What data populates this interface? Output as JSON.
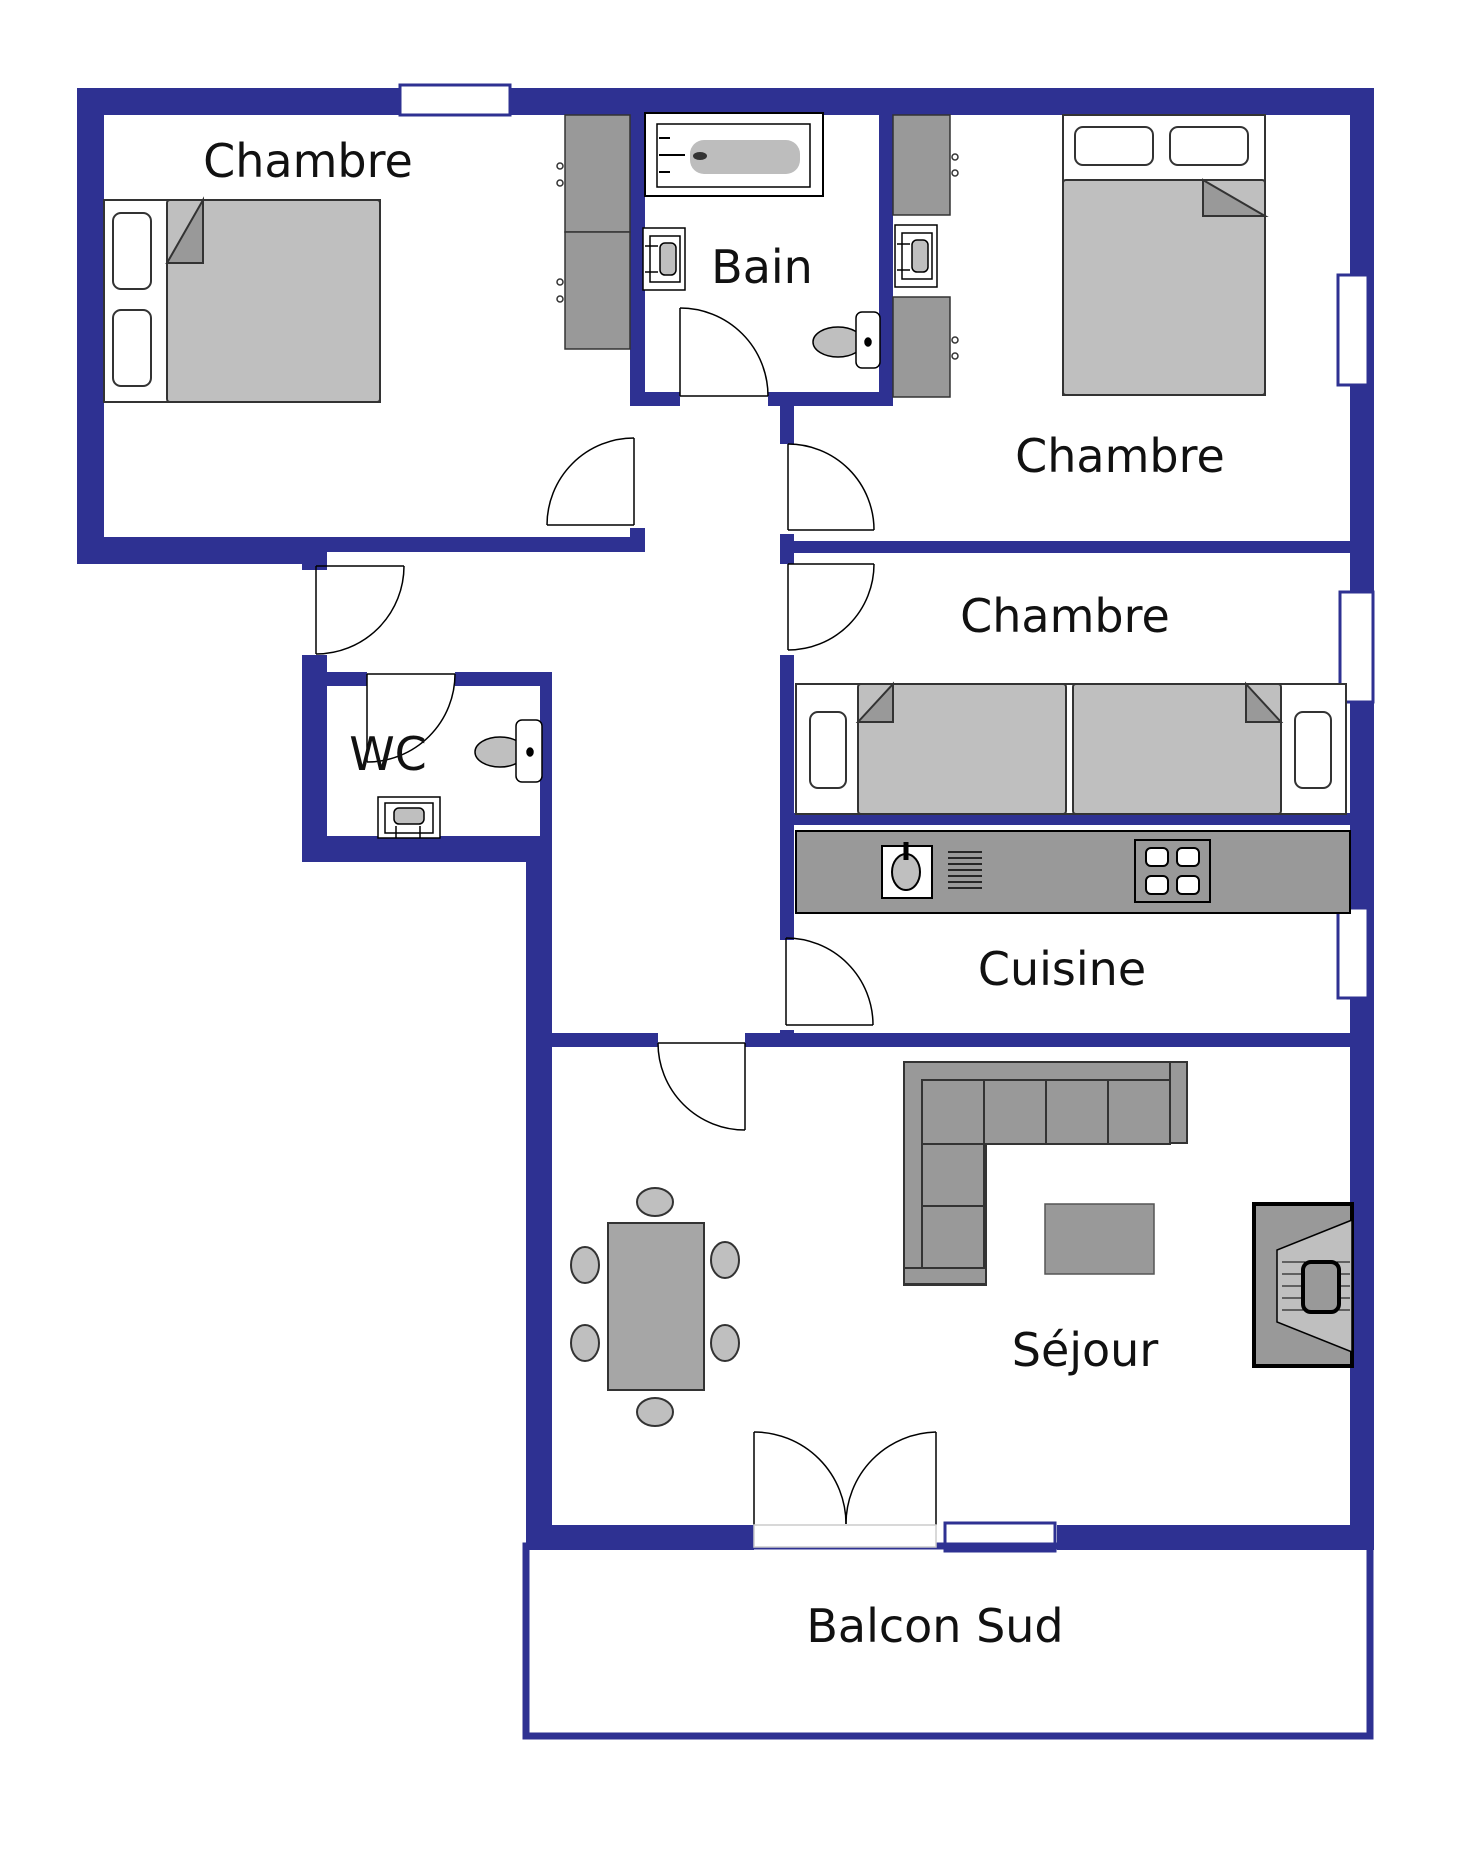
{
  "colors": {
    "wall": "#2e3192",
    "furniture_fill": "#bfbfbf",
    "furniture_dark": "#999999",
    "furniture_stroke": "#333333",
    "line": "#000000"
  },
  "rooms": {
    "chambre_1": "Chambre",
    "bain": "Bain",
    "chambre_2": "Chambre",
    "chambre_3": "Chambre",
    "wc": "WC",
    "cuisine": "Cuisine",
    "sejour": "Séjour",
    "balcon": "Balcon Sud"
  }
}
